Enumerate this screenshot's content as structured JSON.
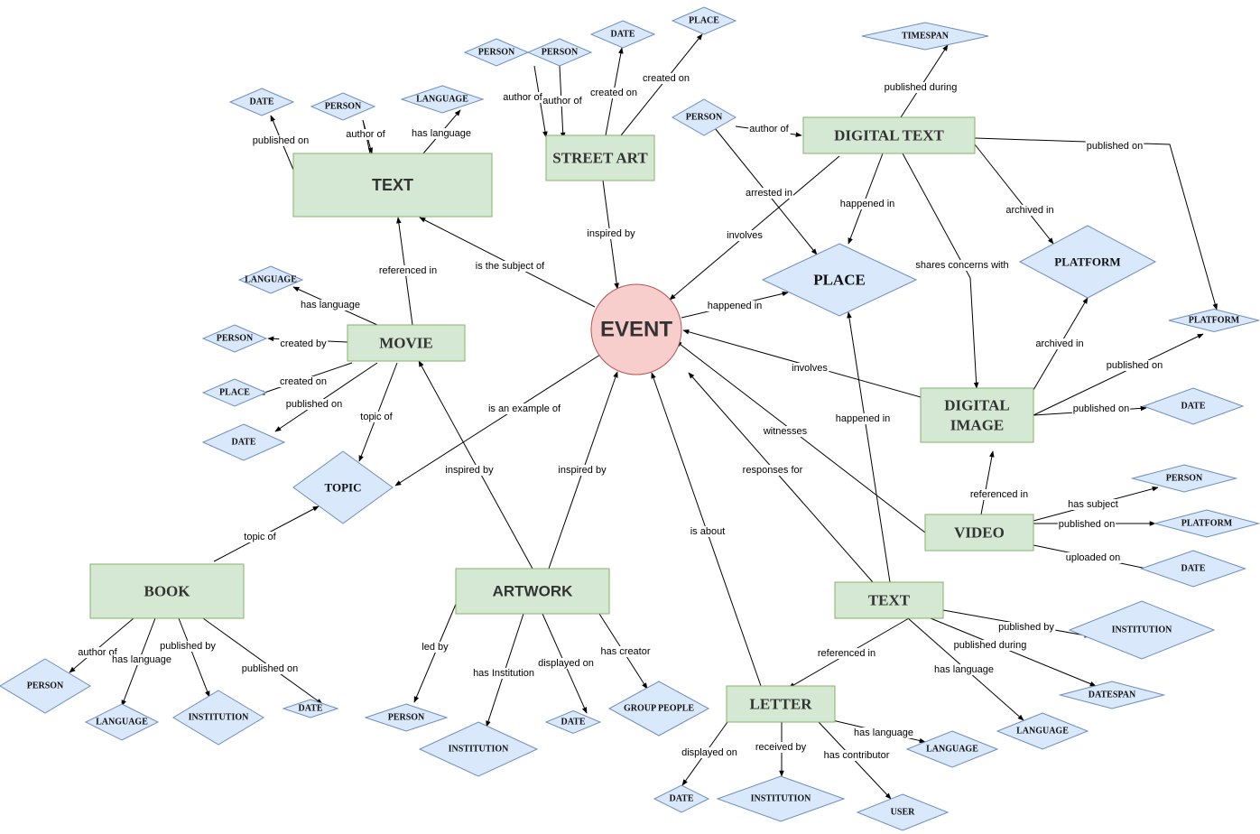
{
  "event": "EVENT",
  "entities": {
    "text_top": "TEXT",
    "street_art": "STREET ART",
    "digital_text": "DIGITAL TEXT",
    "movie": "MOVIE",
    "place_main": "PLACE",
    "platform_main": "PLATFORM",
    "digital_image": [
      "DIGITAL",
      "IMAGE"
    ],
    "topic": "TOPIC",
    "video": "VIDEO",
    "book": "BOOK",
    "artwork": "ARTWORK",
    "text_bottom": "TEXT",
    "letter": "LETTER"
  },
  "attributes": {
    "text_date": "DATE",
    "text_person": "PERSON",
    "text_language": "LANGUAGE",
    "sa_person1": "PERSON",
    "sa_person2": "PERSON",
    "sa_date": "DATE",
    "sa_place": "PLACE",
    "dt_person": "PERSON",
    "dt_timespan": "TIMESPAN",
    "dt_platform": "PLATFORM",
    "movie_language": "LANGUAGE",
    "movie_person": "PERSON",
    "movie_place": "PLACE",
    "movie_date": "DATE",
    "di_date": "DATE",
    "video_person": "PERSON",
    "video_platform": "PLATFORM",
    "video_date": "DATE",
    "book_person": "PERSON",
    "book_language": "LANGUAGE",
    "book_institution": "INSTITUTION",
    "book_date": "DATE",
    "art_person": "PERSON",
    "art_institution": "INSTITUTION",
    "art_date": "DATE",
    "art_group": "GROUP PEOPLE",
    "tb_institution": "INSTITUTION",
    "tb_datespan": "DATESPAN",
    "tb_language": "LANGUAGE",
    "letter_date": "DATE",
    "letter_institution": "INSTITUTION",
    "letter_user": "USER",
    "letter_language": "LANGUAGE"
  },
  "edges": {
    "text_published_on": "published on",
    "text_author_of": "author of",
    "text_has_language": "has language",
    "sa_author_of_1": "author of",
    "sa_author_of_2": "author of",
    "sa_created_on": "created on",
    "sa_created_on_place": "created on",
    "sa_inspired_by": "inspired by",
    "dt_author_of": "author of",
    "dt_published_during": "published during",
    "dt_published_on": "published on",
    "dt_arrested_in": "arrested in",
    "dt_involves": "involves",
    "dt_happened_in": "happened in",
    "dt_shares_concerns": "shares concerns with",
    "dt_archived_in": "archived in",
    "is_subject_of": "is the subject of",
    "movie_referenced_in": "referenced in",
    "movie_has_language": "has language",
    "movie_created_by": "created by",
    "movie_created_on": "created on",
    "movie_published_on": "published on",
    "movie_topic_of": "topic of",
    "event_happened_in": "happened in",
    "di_involves": "involves",
    "di_archived_in": "archived in",
    "di_published_on_platform": "published on",
    "di_published_on_date": "published on",
    "is_example_of": "is an example of",
    "video_referenced_in": "referenced in",
    "video_has_subject": "has subject",
    "video_published_on": "published on",
    "video_uploaded_on": "uploaded on",
    "video_witnesses": "witnesses",
    "book_topic_of": "topic of",
    "book_author_of": "author of",
    "book_has_language": "has language",
    "book_published_by": "published by",
    "book_published_on": "published on",
    "art_inspired_by_movie": "inspired by",
    "art_inspired_by_event": "inspired by",
    "art_led_by": "led by",
    "art_has_institution": "has Institution",
    "art_displayed_on": "displayed on",
    "art_has_creator": "has creator",
    "letter_is_about": "is about",
    "tb_responses_for": "responses for",
    "tb_happened_in": "happened in",
    "tb_referenced_in": "referenced in",
    "tb_published_by": "published by",
    "tb_published_during": "published during",
    "tb_has_language": "has language",
    "letter_displayed_on": "displayed on",
    "letter_received_by": "received by",
    "letter_has_contributor": "has contributor",
    "letter_has_language": "has language"
  },
  "colors": {
    "entity_fill": "#d5e8d4",
    "entity_stroke": "#82b366",
    "attribute_fill": "#dae8fc",
    "attribute_stroke": "#6c8ebf",
    "event_fill": "#f8cecc",
    "event_stroke": "#b85450"
  }
}
